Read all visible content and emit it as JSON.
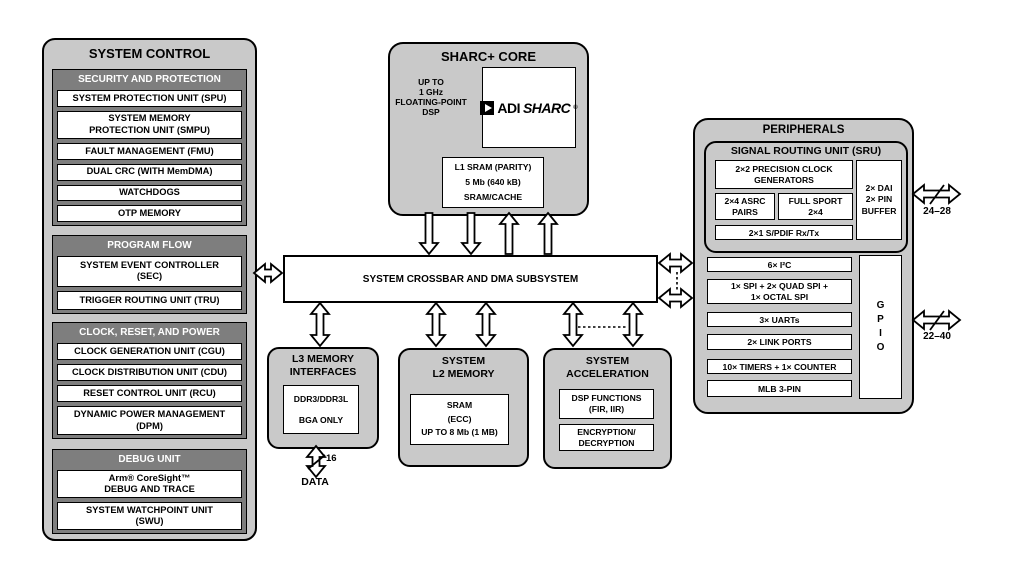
{
  "colors": {
    "panel_gray": "#c9c9c9",
    "header_gray": "#7e7e7e",
    "box_white": "#ffffff",
    "line_black": "#000000"
  },
  "system_control": {
    "title": "SYSTEM CONTROL",
    "groups": [
      {
        "header": "SECURITY AND PROTECTION",
        "items": [
          "SYSTEM PROTECTION UNIT (SPU)",
          "SYSTEM MEMORY\nPROTECTION UNIT (SMPU)",
          "FAULT MANAGEMENT (FMU)",
          "DUAL CRC (WITH MemDMA)",
          "WATCHDOGS",
          "OTP MEMORY"
        ]
      },
      {
        "header": "PROGRAM FLOW",
        "items": [
          "SYSTEM EVENT CONTROLLER\n(SEC)",
          "TRIGGER ROUTING UNIT (TRU)"
        ]
      },
      {
        "header": "CLOCK, RESET, AND POWER",
        "items": [
          "CLOCK GENERATION UNIT (CGU)",
          "CLOCK DISTRIBUTION UNIT (CDU)",
          "RESET CONTROL UNIT (RCU)",
          "DYNAMIC POWER MANAGEMENT\n(DPM)"
        ]
      },
      {
        "header": "DEBUG UNIT",
        "items": [
          "Arm® CoreSight™\nDEBUG AND TRACE",
          "SYSTEM WATCHPOINT UNIT\n(SWU)"
        ]
      }
    ]
  },
  "sharc_core": {
    "title": "SHARC+ CORE",
    "subtitle": "UP TO\n1 GHz\nFLOATING-POINT\nDSP",
    "logo_adi": "ADI",
    "logo_sharc": "SHARC",
    "logo_reg": "®",
    "l1": "L1 SRAM (PARITY)\n5 Mb (640 kB)\nSRAM/CACHE"
  },
  "crossbar": {
    "label": "SYSTEM CROSSBAR AND DMA SUBSYSTEM"
  },
  "l3_memory": {
    "title": "L3 MEMORY\nINTERFACES",
    "inner": "DDR3/DDR3L\nBGA ONLY",
    "bus_width": "16",
    "bus_label": "DATA"
  },
  "l2_memory": {
    "title": "SYSTEM\nL2 MEMORY",
    "inner": "SRAM\n(ECC)\nUP TO 8 Mb (1 MB)"
  },
  "acceleration": {
    "title": "SYSTEM\nACCELERATION",
    "items": [
      "DSP FUNCTIONS\n(FIR, IIR)",
      "ENCRYPTION/\nDECRYPTION"
    ]
  },
  "peripherals": {
    "title": "PERIPHERALS",
    "sru": {
      "title": "SIGNAL ROUTING UNIT (SRU)",
      "clock": "2×2 PRECISION CLOCK\nGENERATORS",
      "asrc": "2×4 ASRC\nPAIRS",
      "sport": "FULL SPORT\n2×4",
      "spdif": "2×1 S/PDIF Rx/Tx",
      "dai": "2× DAI\n2× PIN\nBUFFER"
    },
    "items": [
      "6× I²C",
      "1× SPI + 2× QUAD SPI +\n1× OCTAL SPI",
      "3× UARTs",
      "2× LINK PORTS",
      "10× TIMERS + 1× COUNTER",
      "MLB 3-PIN"
    ],
    "gpio": "G\nP\nI\nO"
  },
  "buses": {
    "dai_pins": "24–28",
    "gpio_pins": "22–40"
  }
}
